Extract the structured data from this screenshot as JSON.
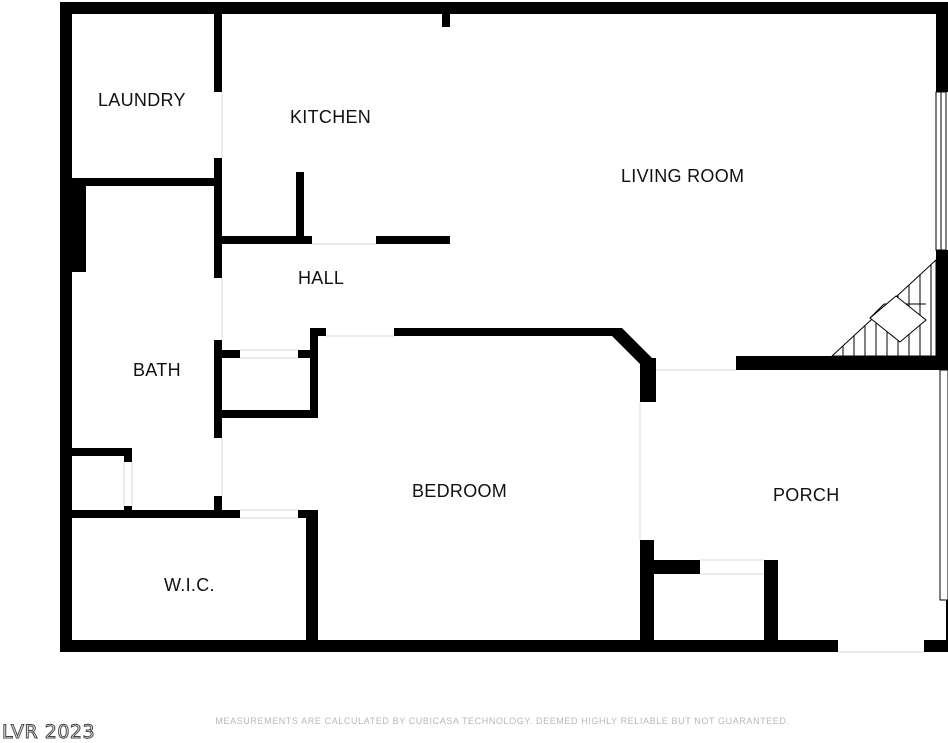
{
  "rooms": {
    "laundry": "LAUNDRY",
    "kitchen": "KITCHEN",
    "living_room": "LIVING ROOM",
    "hall": "HALL",
    "bath": "BATH",
    "bedroom": "BEDROOM",
    "porch": "PORCH",
    "wic": "W.I.C."
  },
  "disclaimer": "MEASUREMENTS ARE CALCULATED BY CUBICASA TECHNOLOGY. DEEMED HIGHLY RELIABLE BUT NOT GUARANTEED.",
  "watermark": "LVR 2023",
  "colors": {
    "wall": "#000000",
    "background": "#ffffff",
    "opening": "#dddddd"
  }
}
